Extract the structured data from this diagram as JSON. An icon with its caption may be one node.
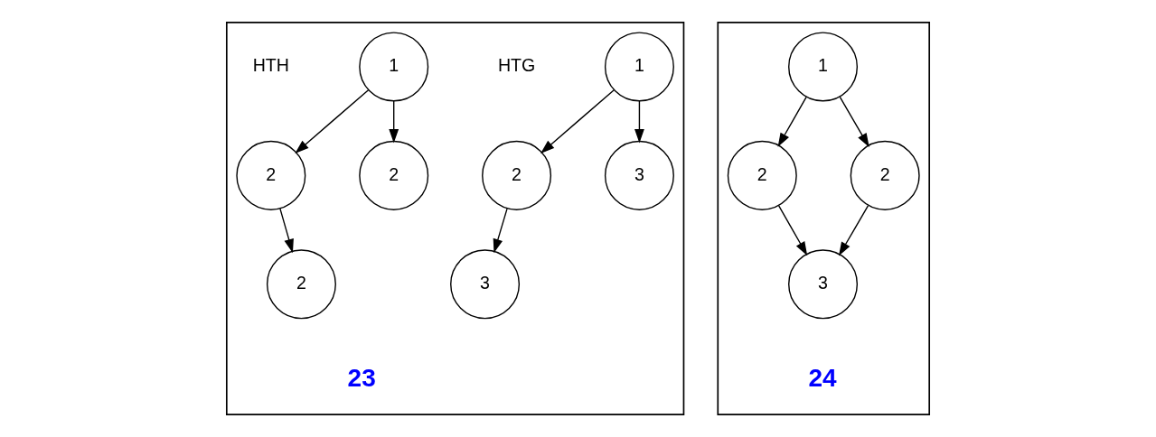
{
  "diagram": {
    "nodes": [
      {
        "text": [],
        "shape": "box"
      },
      {
        "text": [
          "1"
        ],
        "in": 0
      },
      {
        "text": [
          "2"
        ],
        "in": 0
      },
      {
        "text": [
          "2"
        ],
        "in": 0
      },
      {
        "text": [
          "2"
        ],
        "in": 0
      },
      {
        "text": [
          "1"
        ],
        "in": 0
      },
      {
        "text": [
          "2"
        ],
        "in": 0
      },
      {
        "text": [
          "3"
        ],
        "in": 0
      },
      {
        "text": [
          "3"
        ],
        "in": 0
      },
      {
        "text": [],
        "shape": "box"
      },
      {
        "text": [
          "1"
        ],
        "in": 9
      },
      {
        "text": [
          "2"
        ],
        "in": 9
      },
      {
        "text": [
          "2"
        ],
        "in": 9
      },
      {
        "text": [
          "3"
        ],
        "in": 9
      }
    ],
    "edges": [
      {
        "from": 1,
        "to": 2,
        "arrow": "to"
      },
      {
        "from": 1,
        "to": 3,
        "arrow": "to"
      },
      {
        "from": 2,
        "to": 4,
        "arrow": "to"
      },
      {
        "from": 5,
        "to": 6,
        "arrow": "to"
      },
      {
        "from": 5,
        "to": 7,
        "arrow": "to"
      },
      {
        "from": 6,
        "to": 8,
        "arrow": "to"
      },
      {
        "from": 10,
        "to": 11,
        "arrow": "to"
      },
      {
        "from": 10,
        "to": 12,
        "arrow": "to"
      },
      {
        "from": 11,
        "to": 13,
        "arrow": "to"
      },
      {
        "from": 12,
        "to": 13,
        "arrow": "to"
      }
    ],
    "labels": [
      "HTH",
      "HTG",
      "23",
      "24"
    ]
  }
}
